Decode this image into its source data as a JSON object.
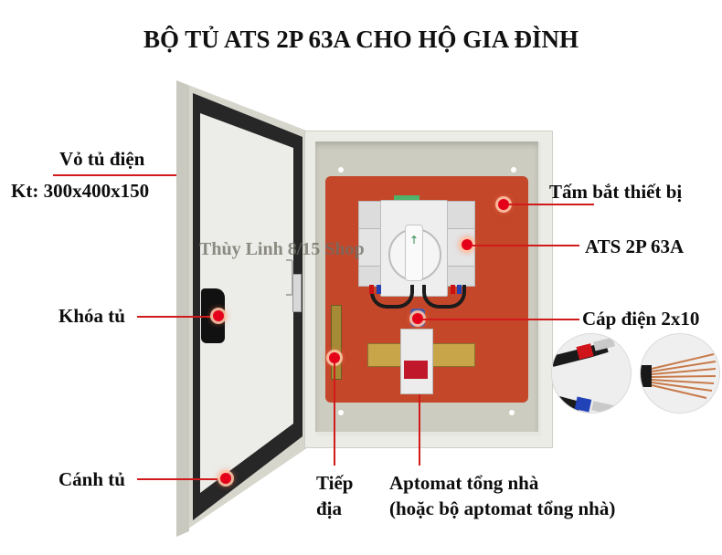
{
  "title": "BỘ TỦ ATS 2P  63A CHO HỘ GIA ĐÌNH",
  "watermark": "Thùy Linh 8/15 Shop",
  "labels": {
    "enclosure": "Vỏ tủ điện",
    "enclosure_size": "Kt: 300x400x150",
    "lock": "Khóa tủ",
    "door": "Cánh tủ",
    "mounting_plate": "Tấm bắt thiết bị",
    "ats": "ATS 2P 63A",
    "cable": "Cáp điện 2x10",
    "ground_line1": "Tiếp",
    "ground_line2": "địa",
    "main_breaker_line1": "Aptomat tổng nhà",
    "main_breaker_line2": "(hoặc bộ aptomat tổng nhà)"
  },
  "colors": {
    "callout_red": "#d11a1a",
    "mounting_plate": "#c4472a",
    "cabinet_body": "#e7e7e1",
    "door_gasket": "#2a2a2a"
  }
}
